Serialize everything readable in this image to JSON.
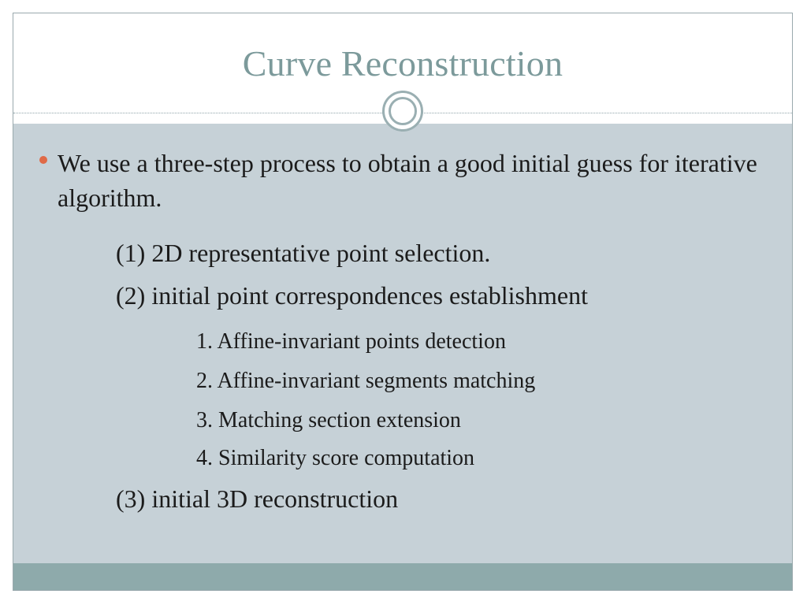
{
  "slide": {
    "title": "Curve Reconstruction",
    "bullet_text": "We use a three-step process to obtain a good initial guess for iterative algorithm.",
    "steps": {
      "step1": "(1) 2D representative point selection.",
      "step2": "(2) initial point correspondences establishment",
      "substeps": [
        "1. Affine-invariant points detection",
        "2. Affine-invariant segments matching",
        "3. Matching section extension",
        "4. Similarity score computation"
      ],
      "step3": "(3) initial 3D reconstruction"
    }
  },
  "colors": {
    "title": "#7c9a9b",
    "content_background": "#c6d1d7",
    "footer_band": "#8eaaab",
    "bullet": "#e06a47",
    "text": "#1b1b1b"
  },
  "icons": {
    "bullet": "round-bullet-icon",
    "divider": "double-circle-ornament-icon"
  }
}
